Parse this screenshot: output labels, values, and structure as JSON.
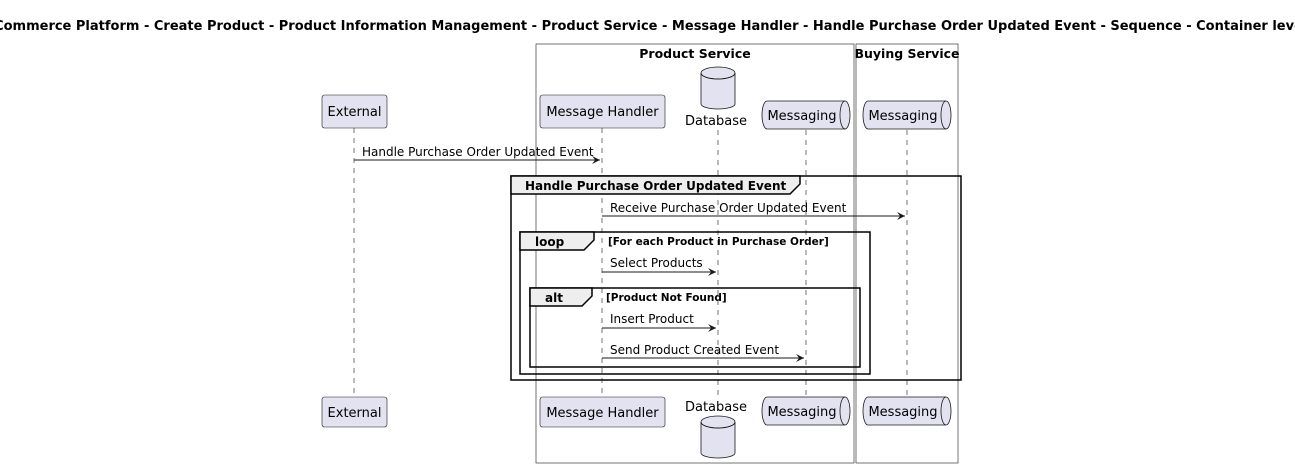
{
  "title": "E Commerce Platform - Create Product - Product Information Management - Product Service - Message Handler - Handle Purchase Order Updated Event - Sequence - Container level",
  "boxes": {
    "product_service": "Product Service",
    "buying_service": "Buying Service"
  },
  "participants": {
    "external": "External",
    "message_handler": "Message Handler",
    "database": "Database",
    "messaging_product": "Messaging",
    "messaging_buying": "Messaging"
  },
  "messages": {
    "m1": "Handle Purchase Order Updated Event",
    "m2": "Receive Purchase Order Updated Event",
    "m3": "Select Products",
    "m4": "Insert Product",
    "m5": "Send Product Created Event"
  },
  "frames": {
    "group": {
      "label": "Handle Purchase Order Updated Event"
    },
    "loop": {
      "keyword": "loop",
      "condition": "[For each Product in Purchase Order]"
    },
    "alt": {
      "keyword": "alt",
      "condition": "[Product Not Found]"
    }
  },
  "colors": {
    "participant_fill": "#E2E2F0",
    "line": "#181818",
    "frame_tab": "#EEEEEE"
  }
}
